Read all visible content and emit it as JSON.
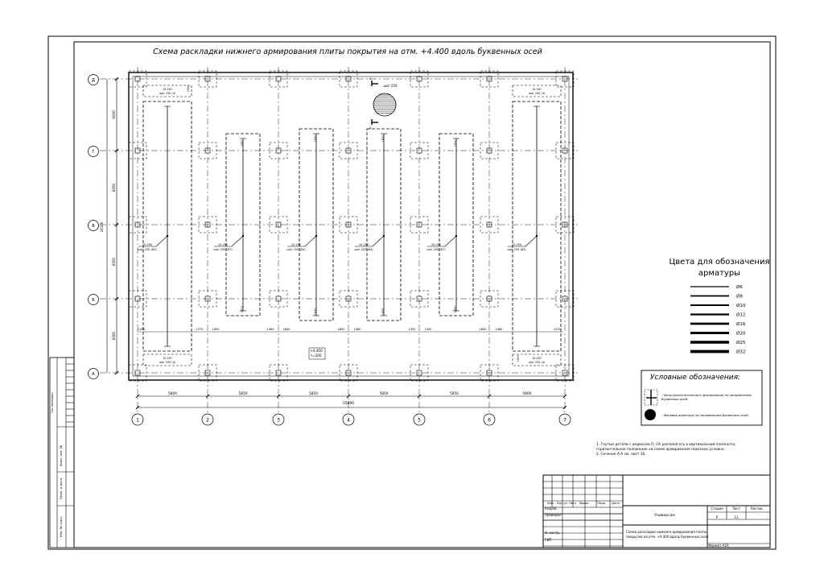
{
  "title": "Схема раскладки нижнего армирования плиты покрытия на отм. +4.400 вдоль буквенных осей",
  "plan": {
    "columns": [
      "1",
      "2",
      "3",
      "4",
      "5",
      "6",
      "7"
    ],
    "rows": [
      "Д",
      "Г",
      "В",
      "Б",
      "А"
    ],
    "bay_dimensions": [
      "5800",
      "5850",
      "5850",
      "5850",
      "5850",
      "5800"
    ],
    "total_dimension": "35000",
    "row_dimensions": [
      "6000",
      "6050",
      "6050",
      "6000"
    ],
    "total_height": "24100",
    "level_mark": "+4.400",
    "thickness_mark": "t=200",
    "section_mark": "шаг 250",
    "zone_labels": [
      {
        "line1": "10.167",
        "line2": "шаг 250 (4)"
      },
      {
        "line1": "10.290",
        "line2": "шаг 250 (83)"
      },
      {
        "line1": "10.290",
        "line2": "шаг 250 (67)"
      },
      {
        "line1": "10.290",
        "line2": "шаг 250 (84)"
      },
      {
        "line1": "10.290",
        "line2": "шаг 250 (84)"
      },
      {
        "line1": "10.290",
        "line2": "шаг 250 (67)"
      },
      {
        "line1": "10.290",
        "line2": "шаг 250 (83)"
      }
    ],
    "zone_dims": [
      "1270",
      "1490",
      "1460",
      "1600",
      "1600",
      "1460",
      "1350",
      "1350",
      "1600",
      "1460",
      "1490",
      "1470",
      "1690",
      "1650",
      "1800",
      "1820",
      "1810",
      "1630",
      "1650"
    ]
  },
  "colors_legend": {
    "title_line1": "Цвета для обозначения",
    "title_line2": "арматуры",
    "items": [
      "Ø6",
      "Ø8",
      "Ø10",
      "Ø12",
      "Ø16",
      "Ø20",
      "Ø25",
      "Ø32"
    ]
  },
  "symbols_legend": {
    "title": "Условные обозначения:",
    "extra_zone_line1": "- Зоны дополнительного армирования по направлению",
    "extra_zone_line2": "буквенных осей",
    "background": "- Фоновая арматура по направлению буквенных осей"
  },
  "notes": {
    "line1": "1. Гнутые детали с индексом П, СК располагать в вертикальной плоскости,",
    "line2": "горизонтальное положение на схеме армирования показано условно.",
    "line3": "2. Сечение А-А см. лист 16."
  },
  "title_block": {
    "head": [
      "Изм.",
      "Кол.уч",
      "Лист",
      "№док.",
      "Подп.",
      "Дата"
    ],
    "roles": [
      "Разраб.",
      "Проверил",
      "Н. контр.",
      "ГИП"
    ],
    "organization": "Универсам",
    "sheet_title_line1": "Схема раскладки нижнего армирования плиты",
    "sheet_title_line2": "покрытия на отм. +4.400 вдоль буквенных осей",
    "stage_header": "Стадия",
    "sheet_header": "Лист",
    "sheets_header": "Листов",
    "stage": "Р",
    "sheet": "11",
    "format": "Формат А2А"
  },
  "side_stamp": [
    "Согласовано",
    "Взам. инв. №",
    "Подп. и дата",
    "Инв. № подл."
  ]
}
